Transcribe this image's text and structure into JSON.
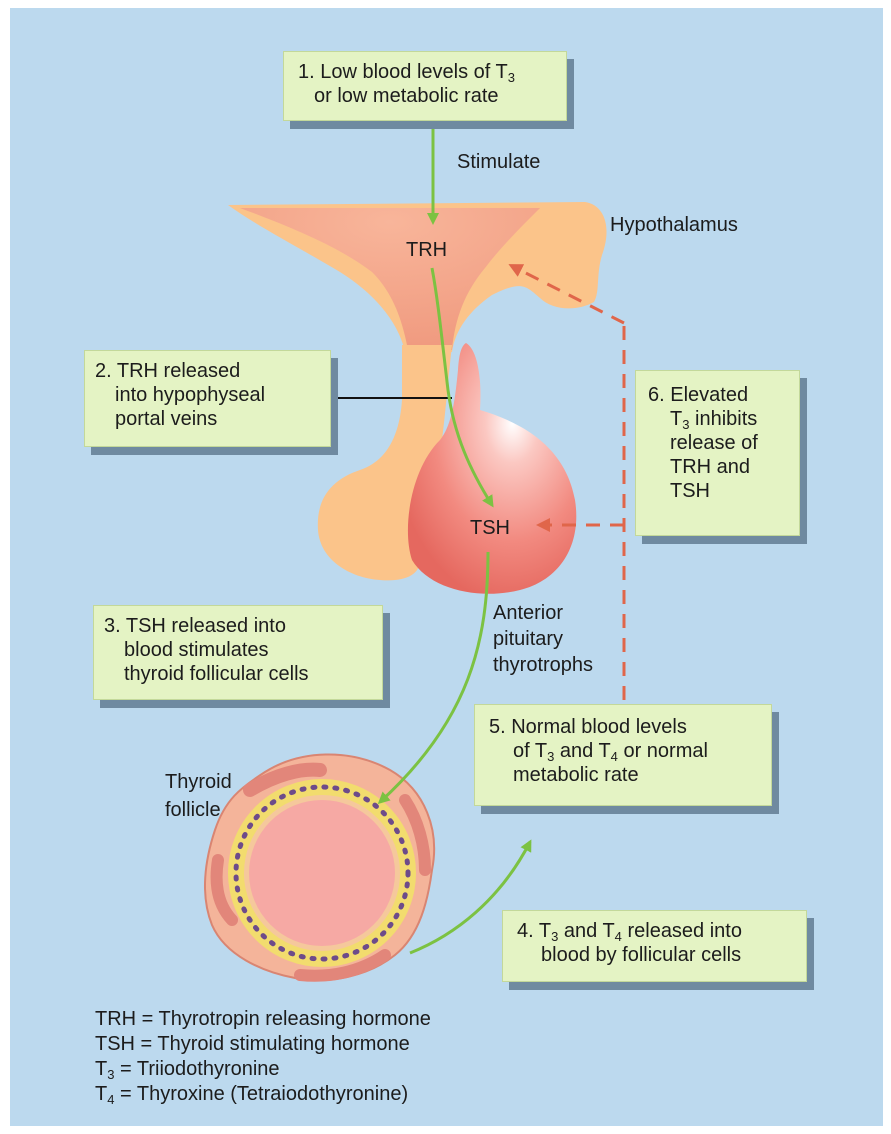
{
  "steps": {
    "s1": {
      "line1_pre": "1. Low blood levels of T",
      "line1_sub": "3",
      "line2": "or low metabolic rate"
    },
    "s2": {
      "line1": "2. TRH released",
      "line2": "into hypophyseal",
      "line3": "portal veins"
    },
    "s3": {
      "line1": "3. TSH released into",
      "line2": "blood stimulates",
      "line3": "thyroid follicular cells"
    },
    "s4": {
      "l1_a": "4. T",
      "l1_sub1": "3",
      "l1_b": " and T",
      "l1_sub2": "4",
      "l1_c": " released into",
      "line2": "blood by follicular cells"
    },
    "s5": {
      "line1": "5. Normal blood levels",
      "l2_a": "of T",
      "l2_sub1": "3",
      "l2_b": " and T",
      "l2_sub2": "4",
      "l2_c": " or normal",
      "line3": "metabolic rate"
    },
    "s6": {
      "line1": "6. Elevated",
      "l2_sub": "3",
      "l2_c": " inhibits",
      "l2_t": "T",
      "line3": "release of",
      "line4": "TRH and",
      "line5": "TSH"
    }
  },
  "labels": {
    "stimulate": "Stimulate",
    "hypothalamus": "Hypothalamus",
    "trh": "TRH",
    "tsh": "TSH",
    "anterior": "Anterior",
    "pituitary": "pituitary",
    "thyrotrophs": "thyrotrophs",
    "thyroid": "Thyroid",
    "follicle": "follicle"
  },
  "legend": {
    "trh": "TRH = Thyrotropin releasing hormone",
    "tsh": "TSH = Thyroid stimulating hormone",
    "t3_pre": "T",
    "t3_sub": "3",
    "t3_rest": " = Triiodothyronine",
    "t4_pre": "T",
    "t4_sub": "4",
    "t4_rest": " = Thyroxine (Tetraiodothyronine)"
  },
  "colors": {
    "background": "#bcd9ee",
    "box_fill": "#e4f3c4",
    "box_shadow": "#6f8aa0",
    "stimulate_arrow": "#7cc242",
    "inhibit_arrow": "#e0664a",
    "hypothalamus_fill": "#f4a483",
    "pituitary_posterior": "#fbc48a",
    "pituitary_anterior": "#f17f78"
  }
}
